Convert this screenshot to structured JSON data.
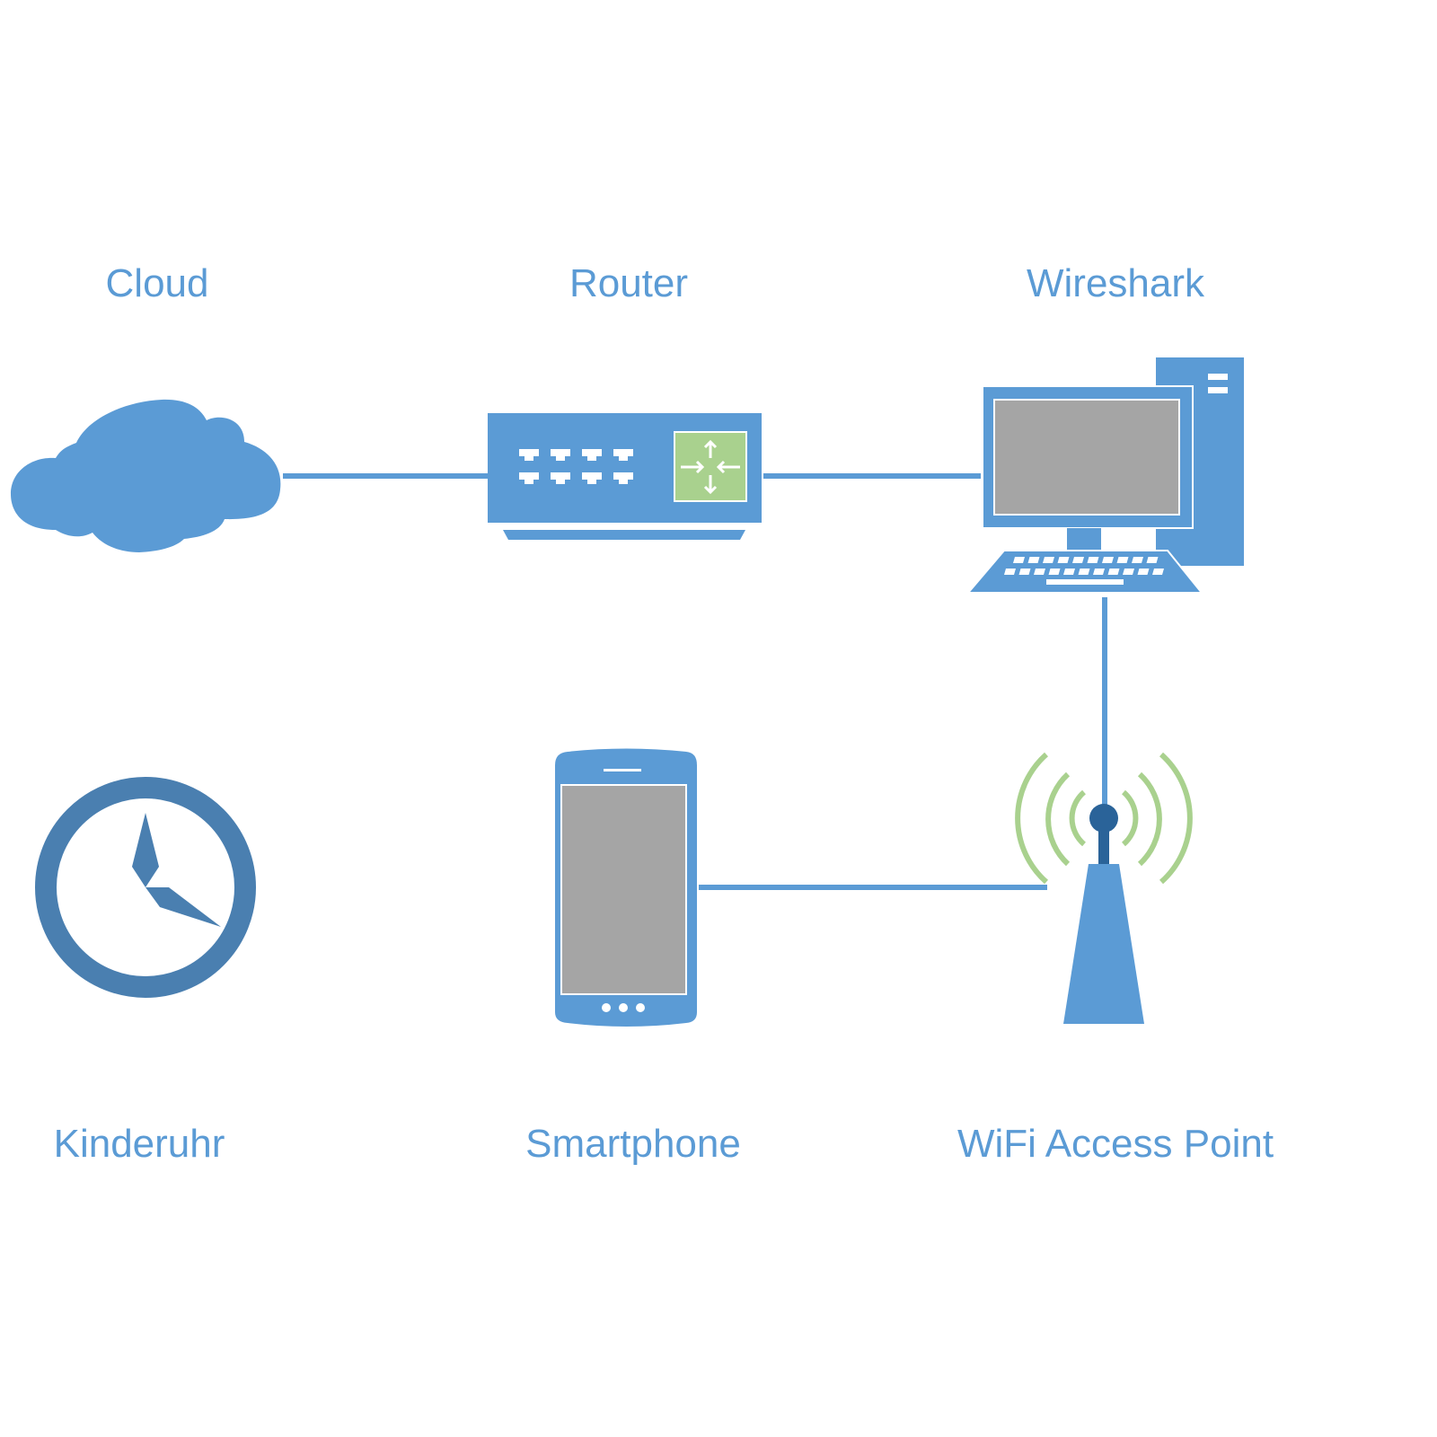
{
  "diagram": {
    "title": "Network setup",
    "colors": {
      "primary": "#5b9bd5",
      "dark": "#2a6399",
      "clock": "#4a7fb0",
      "green": "#a9d18e",
      "screen": "#a5a5a5",
      "white": "#ffffff"
    },
    "nodes": [
      {
        "id": "cloud",
        "label": "Cloud",
        "icon": "cloud-icon"
      },
      {
        "id": "router",
        "label": "Router",
        "icon": "router-icon"
      },
      {
        "id": "wireshark",
        "label": "Wireshark",
        "icon": "desktop-computer-icon"
      },
      {
        "id": "kinderuhr",
        "label": "Kinderuhr",
        "icon": "clock-icon"
      },
      {
        "id": "smartphone",
        "label": "Smartphone",
        "icon": "smartphone-icon"
      },
      {
        "id": "wifi-ap",
        "label": "WiFi Access Point",
        "icon": "wifi-antenna-icon"
      }
    ],
    "links": [
      {
        "from": "cloud",
        "to": "router"
      },
      {
        "from": "router",
        "to": "wireshark"
      },
      {
        "from": "wireshark",
        "to": "wifi-ap"
      },
      {
        "from": "smartphone",
        "to": "wifi-ap"
      }
    ]
  }
}
